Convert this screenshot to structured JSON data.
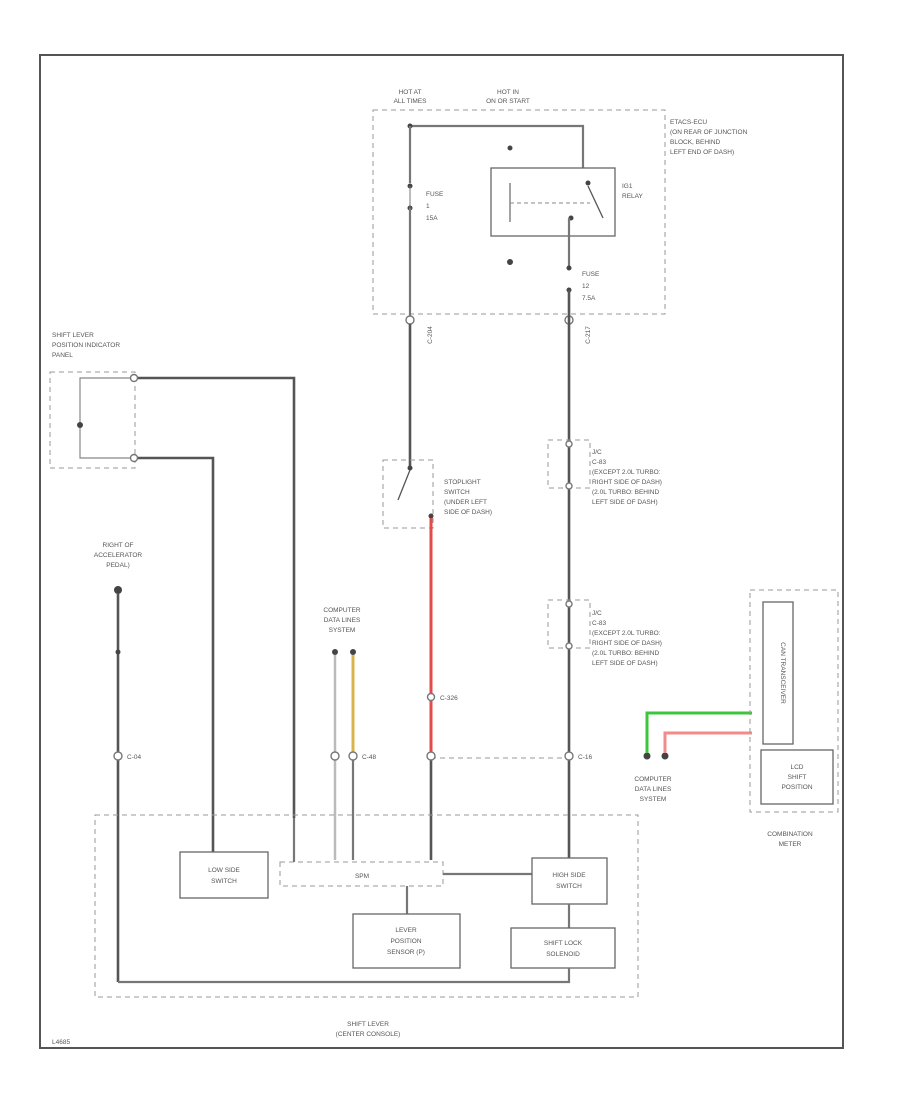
{
  "labels": {
    "hot_at_all_times": [
      "HOT AT",
      "ALL TIMES"
    ],
    "hot_in_on": [
      "HOT IN",
      "ON OR START"
    ],
    "etacs": [
      "ETACS-ECU",
      "(ON REAR OF JUNCTION",
      "BLOCK, BEHIND",
      "LEFT END OF DASH)"
    ],
    "fuse_left": [
      "FUSE",
      "1",
      "15A"
    ],
    "fuse_right": [
      "FUSE",
      "12",
      "7.5A"
    ],
    "ig1_relay": [
      "IG1",
      "RELAY"
    ],
    "c_204": "C-204",
    "c_217": "C-217",
    "shift_lever_panel": [
      "SHIFT LEVER",
      "POSITION INDICATOR",
      "PANEL"
    ],
    "stoplight_switch": [
      "STOPLIGHT",
      "SWITCH",
      "(UNDER LEFT",
      "SIDE OF DASH)"
    ],
    "jc1": [
      "J/C",
      "C-83",
      "(EXCEPT 2.0L TURBO:",
      "RIGHT SIDE OF DASH)",
      "(2.0L TURBO: BEHIND",
      "LEFT SIDE OF DASH)"
    ],
    "jc2": [
      "J/C",
      "C-83",
      "(EXCEPT 2.0L TURBO:",
      "RIGHT SIDE OF DASH)",
      "(2.0L TURBO: BEHIND",
      "LEFT SIDE OF DASH)"
    ],
    "right_of_accel": [
      "RIGHT OF",
      "ACCELERATOR",
      "PEDAL)"
    ],
    "computer_data_lines_top": [
      "COMPUTER",
      "DATA LINES",
      "SYSTEM"
    ],
    "computer_data_lines_bottom": [
      "COMPUTER",
      "DATA LINES",
      "SYSTEM"
    ],
    "c_326": "C-326",
    "c_04": "C-04",
    "c_48": "C-48",
    "c_16": "C-16",
    "low_side_switch": [
      "LOW SIDE",
      "SWITCH"
    ],
    "high_side_switch": [
      "HIGH SIDE",
      "SWITCH"
    ],
    "spm": "SPM",
    "lever_position_sensor": [
      "LEVER",
      "POSITION",
      "SENSOR (P)"
    ],
    "shift_lock_solenoid": [
      "SHIFT LOCK",
      "SOLENOID"
    ],
    "shift_lever_bottom": [
      "SHIFT LEVER",
      "(CENTER CONSOLE)"
    ],
    "lcd_shift_position": [
      "LCD",
      "SHIFT",
      "POSITION"
    ],
    "can_transceiver": "CAN TRANSCEIVER",
    "combination_meter": [
      "COMBINATION",
      "METER"
    ],
    "corner_code": "L4685"
  },
  "wire_colors": {
    "gray": "#777777",
    "red": "#e34a4a",
    "pink": "#f28b8b",
    "yellow": "#d9b44a",
    "green": "#3ec53e"
  }
}
